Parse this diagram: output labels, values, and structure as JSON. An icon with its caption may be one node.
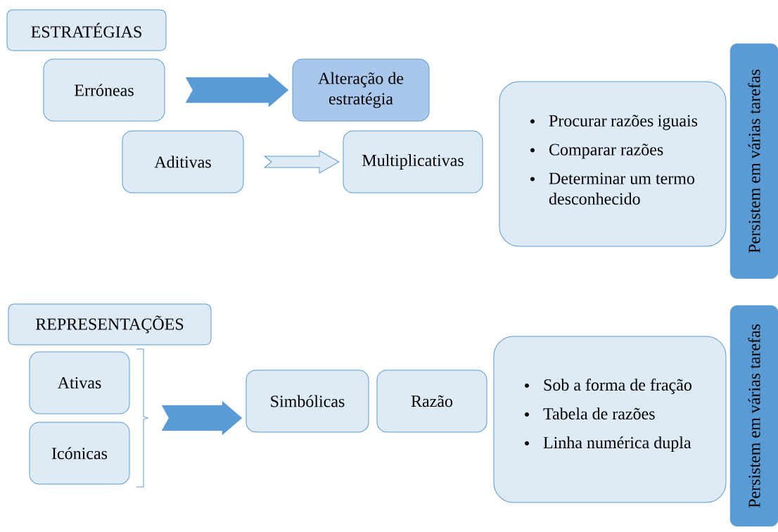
{
  "diagram": {
    "nodes": [
      {
        "text": [
          "ESTRATÉGIAS"
        ]
      },
      {
        "text": [
          "Erróneas"
        ]
      },
      {
        "text": [
          "Alteração de estratégia"
        ]
      },
      {
        "text": [
          "Persistem em várias tarefas"
        ]
      },
      {
        "text": [
          "Procurar razões iguais",
          "Comparar razões",
          "Determinar um termo desconhecido"
        ]
      },
      {
        "text": [
          "Aditivas"
        ]
      },
      {
        "text": [
          "Multiplicativas"
        ]
      },
      {
        "text": [
          "REPRESENTAÇÕES"
        ]
      },
      {
        "text": [
          "Ativas"
        ]
      },
      {
        "text": [
          "Icónicas"
        ]
      },
      {
        "text": [
          "Simbólicas"
        ]
      },
      {
        "text": [
          "Razão"
        ]
      },
      {
        "text": [
          "Sob a forma de fração",
          "Tabela de razões",
          "Linha numérica dupla"
        ]
      },
      {
        "text": [
          "Persistem em várias tarefas"
        ]
      }
    ],
    "edges": [
      {
        "from": 1,
        "to": 2,
        "arrow": "to",
        "style": "thick"
      },
      {
        "from": 5,
        "to": 6,
        "arrow": "to"
      },
      {
        "from": 8,
        "to": 10,
        "arrow": "to",
        "style": "thick"
      },
      {
        "from": 9,
        "to": 10,
        "arrow": "to",
        "style": "thick"
      }
    ]
  }
}
